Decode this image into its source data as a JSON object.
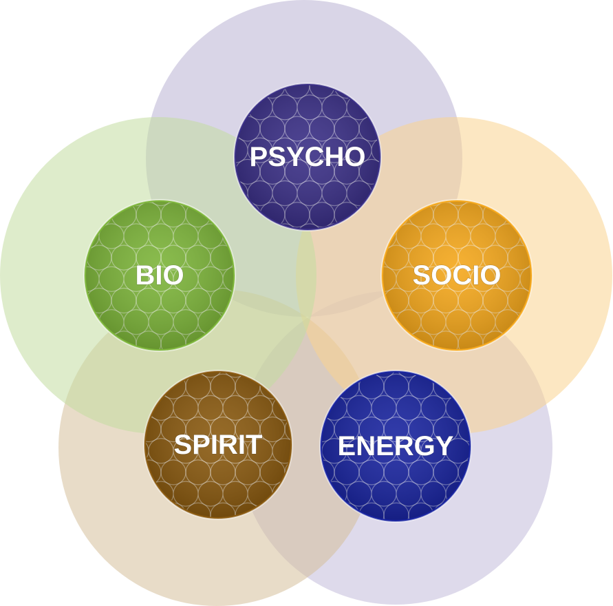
{
  "nodes": [
    {
      "id": "psycho",
      "label": "PSYCHO",
      "color": "#3a2f86",
      "halo_color": "#b9b2d3"
    },
    {
      "id": "bio",
      "label": "BIO",
      "color": "#7db53a",
      "halo_color": "#c2dca0"
    },
    {
      "id": "socio",
      "label": "SOCIO",
      "color": "#f5a81c",
      "halo_color": "#f9d38f"
    },
    {
      "id": "spirit",
      "label": "SPIRIT",
      "color": "#8a5a10",
      "halo_color": "#d6bf9a"
    },
    {
      "id": "energy",
      "label": "ENERGY",
      "color": "#1a25a0",
      "halo_color": "#c2bcdb"
    }
  ]
}
